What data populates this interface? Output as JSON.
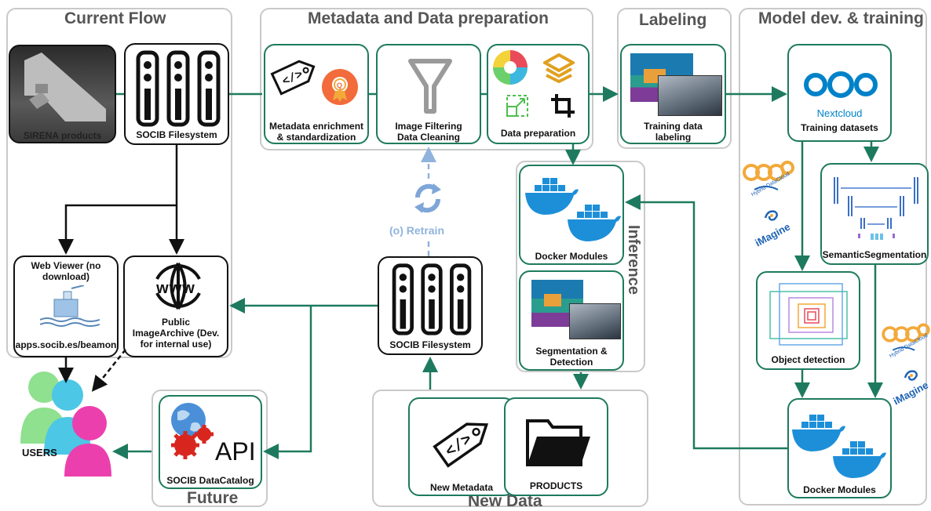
{
  "groups": {
    "current_flow": "Current Flow",
    "metadata_prep": "Metadata and Data preparation",
    "labeling": "Labeling",
    "model_dev": "Model dev. & training",
    "inference": "Inference",
    "future": "Future",
    "new_data": "New Data"
  },
  "cards": {
    "sirena": "SIRENA products",
    "socib_fs_top": "SOCIB Filesystem",
    "metadata_enrich": [
      "Metadata enrichment",
      "& standardization"
    ],
    "image_filter": [
      "Image Filtering",
      "Data Cleaning"
    ],
    "data_prep": "Data preparation",
    "training_labeling": [
      "Training data",
      "labeling"
    ],
    "nextcloud_logo": "Nextcloud",
    "training_datasets": "Training datasets",
    "web_viewer_title": [
      "Web Viewer (no",
      "download)"
    ],
    "web_viewer_url": "apps.socib.es/beamon",
    "www_glyph": "www",
    "public_archive": [
      "Public",
      "ImageArchive (Dev.",
      "for internal use)"
    ],
    "socib_fs_mid": "SOCIB Filesystem",
    "docker_inference": "Docker Modules",
    "seg_detection": [
      "Segmentation &",
      "Detection"
    ],
    "semantic_seg": "SemanticSegmentation",
    "object_detection": "Object detection",
    "docker_model": "Docker Modules",
    "datacatalog": "SOCIB DataCatalog",
    "api_glyph": "API",
    "new_metadata": "New Metadata",
    "products": "PRODUCTS",
    "users": "USERS"
  },
  "retrain": "(o) Retrain",
  "logos": {
    "imagine": "iMagine",
    "hybrid": "Hybrid DataCloud"
  },
  "colors": {
    "arrow": "#1e7a5e",
    "retrain": "#8fb3dd",
    "group_border": "#c9c9c9",
    "card_border": "#1e7a5e"
  }
}
